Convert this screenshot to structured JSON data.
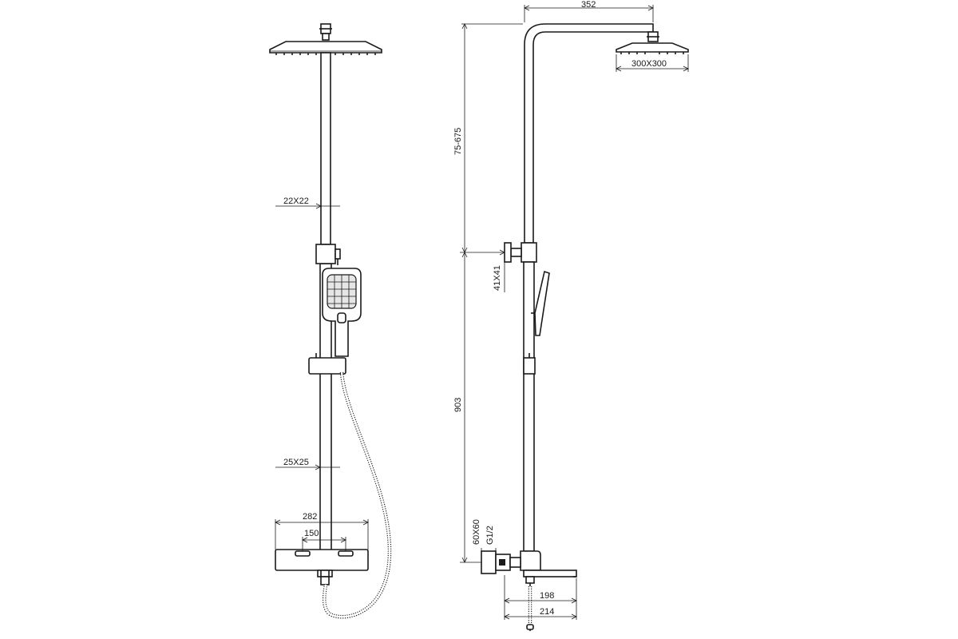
{
  "front_view": {
    "top_tube_size": "22X22",
    "bottom_tube_size": "25X25",
    "mixer_width": "282",
    "mixer_inlet_spacing": "150"
  },
  "side_view": {
    "arm_reach": "352",
    "head_size": "300X300",
    "height_adjust": "75-675",
    "bracket_size": "41X41",
    "riser_height": "903",
    "eccentric_size": "60X60",
    "inlet_thread": "G1/2",
    "spout_reach": "198",
    "overall_depth": "214"
  }
}
